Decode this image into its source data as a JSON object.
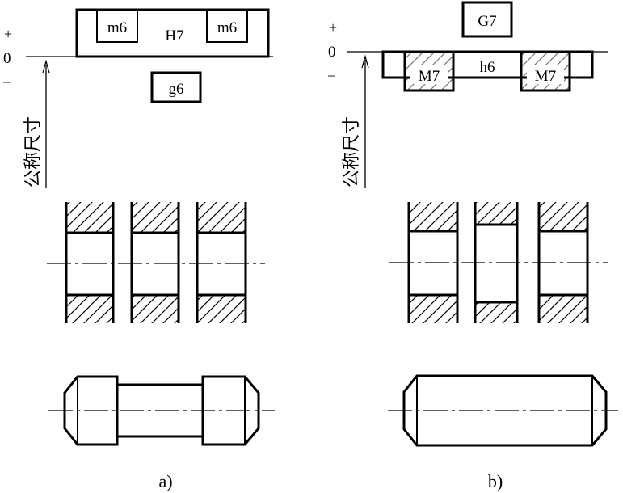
{
  "figure_a": {
    "zero_label": "0",
    "plus_label": "+",
    "minus_label": "−",
    "axis_label": "公称尺寸",
    "hole_zone": "H7",
    "hole_inner_left": "m6",
    "hole_inner_right": "m6",
    "shaft_zone": "g6",
    "caption": "a)"
  },
  "figure_b": {
    "zero_label": "0",
    "plus_label": "+",
    "minus_label": "−",
    "axis_label": "公称尺寸",
    "hole_zone": "G7",
    "shaft_zone": "h6",
    "inner_left": "M7",
    "inner_right": "M7",
    "caption": "b)"
  },
  "colors": {
    "stroke": "#000000",
    "background": "#ffffff"
  }
}
